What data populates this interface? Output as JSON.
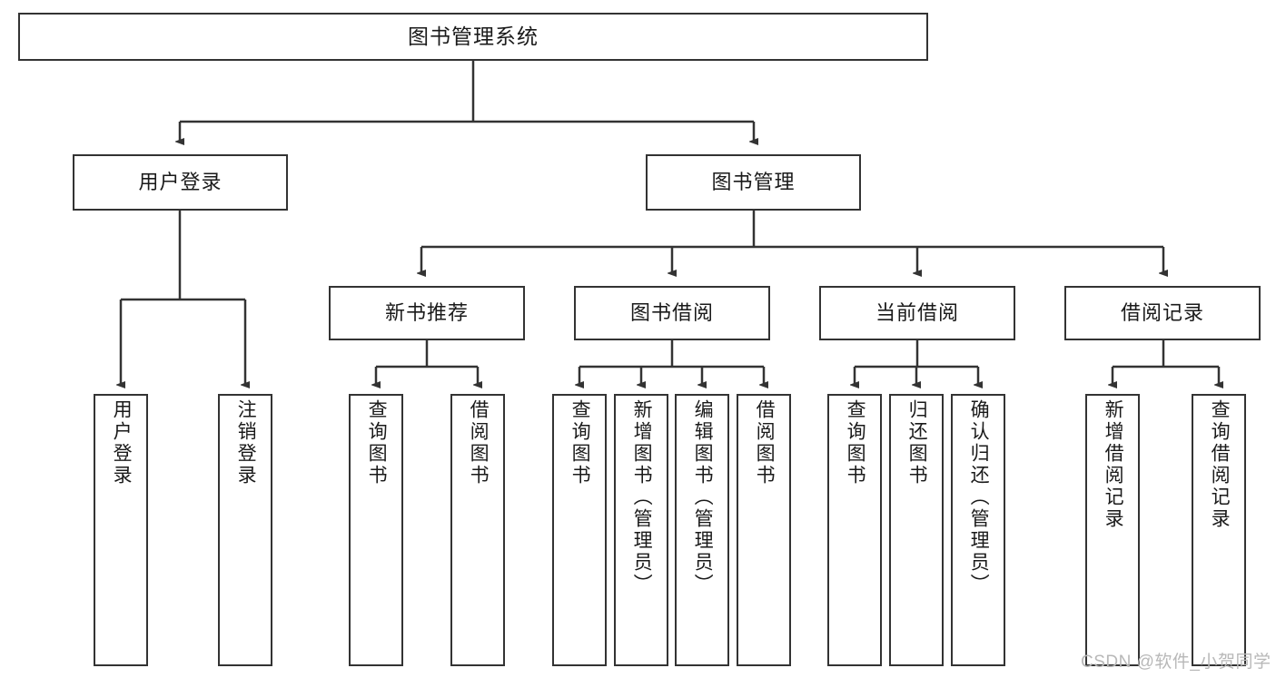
{
  "diagram": {
    "title": "图书管理系统",
    "type": "hierarchy-tree",
    "nodes": {
      "root": {
        "label": "图书管理系统"
      },
      "level2": [
        {
          "id": "user-login",
          "label": "用户登录"
        },
        {
          "id": "book-manage",
          "label": "图书管理"
        }
      ],
      "level3": [
        {
          "id": "new-book-recommend",
          "label": "新书推荐"
        },
        {
          "id": "book-borrow",
          "label": "图书借阅"
        },
        {
          "id": "current-borrow",
          "label": "当前借阅"
        },
        {
          "id": "borrow-record",
          "label": "借阅记录"
        }
      ],
      "leaves": [
        {
          "id": "leaf-user-login",
          "label": "用户登录"
        },
        {
          "id": "leaf-logout-login",
          "label": "注销登录"
        },
        {
          "id": "leaf-query-book-1",
          "label": "查询图书"
        },
        {
          "id": "leaf-borrow-book-1",
          "label": "借阅图书"
        },
        {
          "id": "leaf-query-book-2",
          "label": "查询图书"
        },
        {
          "id": "leaf-add-book",
          "label": "新增图书（管理员）"
        },
        {
          "id": "leaf-edit-book",
          "label": "编辑图书（管理员）"
        },
        {
          "id": "leaf-borrow-book-2",
          "label": "借阅图书"
        },
        {
          "id": "leaf-query-book-3",
          "label": "查询图书"
        },
        {
          "id": "leaf-return-book",
          "label": "归还图书"
        },
        {
          "id": "leaf-confirm-return",
          "label": "确认归还（管理员）"
        },
        {
          "id": "leaf-add-record",
          "label": "新增借阅记录"
        },
        {
          "id": "leaf-query-record",
          "label": "查询借阅记录"
        }
      ]
    },
    "colors": {
      "stroke": "#333333",
      "fill": "#ffffff",
      "text": "#1a1a1a",
      "watermark": "#b8b8b8"
    }
  },
  "watermark": {
    "text": "CSDN @软件_小贺同学"
  }
}
